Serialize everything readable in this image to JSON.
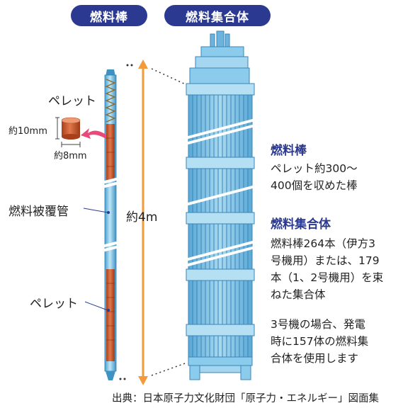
{
  "header": {
    "rod_title": "燃料棒",
    "assembly_title": "燃料集合体"
  },
  "rod_labels": {
    "pellet_top": "ペレット",
    "height": "約10mm",
    "width": "約8mm",
    "cladding": "燃料被覆管",
    "pellet_bottom": "ペレット",
    "length": "約4m"
  },
  "desc_rod": {
    "title": "燃料棒",
    "lines": [
      "ペレット約300～",
      "400個を収めた棒"
    ]
  },
  "desc_assembly": {
    "title": "燃料集合体",
    "lines": [
      "燃料棒264本（伊方3",
      "号機用）または、179",
      "本（1、2号機用）を束",
      "ねた集合体"
    ],
    "note_lines": [
      "3号機の場合、発電",
      "時に157体の燃料集",
      "合体を使用します"
    ]
  },
  "source": "出典：日本原子力文化財団「原子力・エネルギー」図面集",
  "colors": {
    "navy": "#2b3990",
    "rod_blue": "#7ec8ea",
    "pellet_orange": "#c9582b",
    "arrow_orange": "#f39a3a",
    "pink_arrow": "#e84b7a"
  }
}
